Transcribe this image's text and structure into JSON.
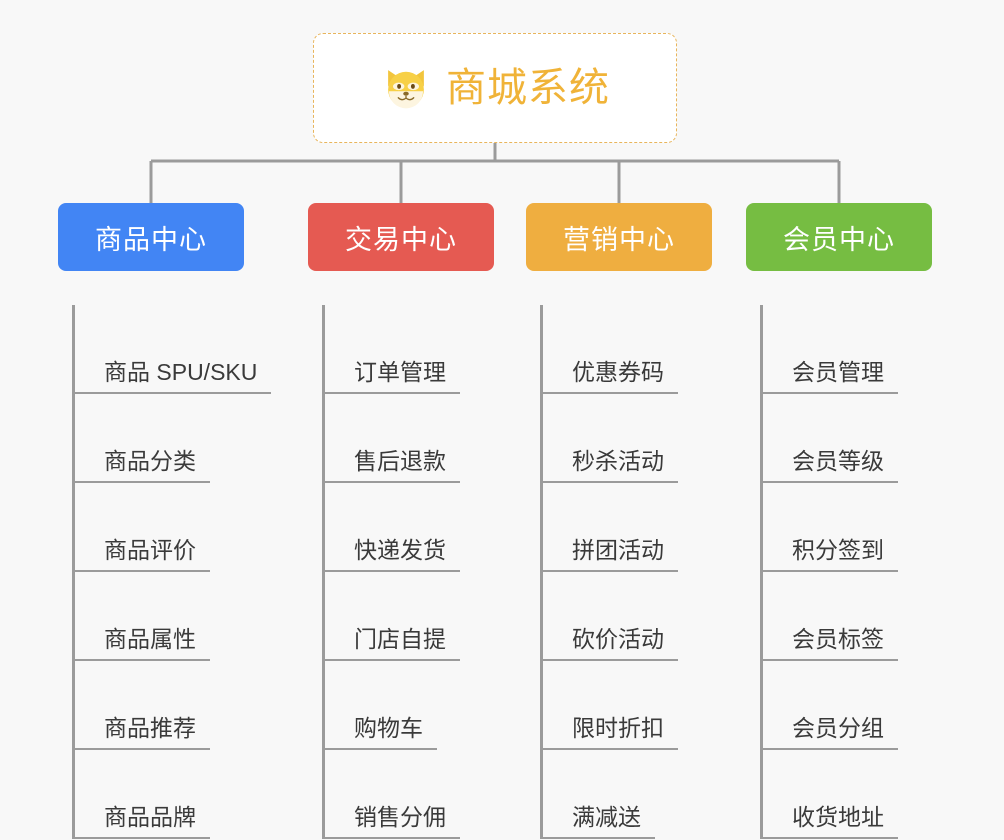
{
  "page": {
    "background_color": "#f8f8f8",
    "line_color": "#9b9b9b"
  },
  "root": {
    "title": "商城系统",
    "icon": "shiba-dog-face-icon",
    "text_color": "#f0b338",
    "border_color": "#e8b55c",
    "background_color": "#ffffff"
  },
  "columns": [
    {
      "category": "商品中心",
      "color": "#4285f4",
      "items": [
        "商品 SPU/SKU",
        "商品分类",
        "商品评价",
        "商品属性",
        "商品推荐",
        "商品品牌"
      ]
    },
    {
      "category": "交易中心",
      "color": "#e55a52",
      "items": [
        "订单管理",
        "售后退款",
        "快递发货",
        "门店自提",
        "购物车",
        "销售分佣"
      ]
    },
    {
      "category": "营销中心",
      "color": "#efae40",
      "items": [
        "优惠券码",
        "秒杀活动",
        "拼团活动",
        "砍价活动",
        "限时折扣",
        "满减送"
      ]
    },
    {
      "category": "会员中心",
      "color": "#76bd42",
      "items": [
        "会员管理",
        "会员等级",
        "积分签到",
        "会员标签",
        "会员分组",
        "收货地址"
      ]
    }
  ]
}
